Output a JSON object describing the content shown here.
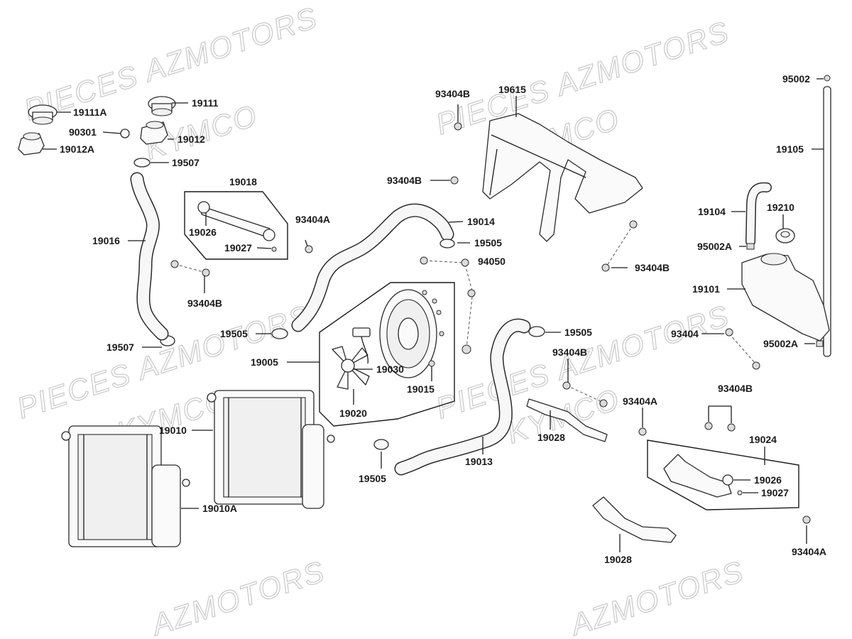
{
  "watermarks": {
    "w1": "PIECES AZMOTORS",
    "w2": "KYMCO",
    "w3": "PIECES AZMOTORS",
    "w4": "KYMCO",
    "w5": "PIECES AZMOTORS",
    "w6": "KYMCO",
    "w7": "PIECES AZMOTORS",
    "w8": "KYMCO",
    "w9": "AZMOTORS",
    "w10": "AZMOTORS"
  },
  "labels": {
    "p19111A": "19111A",
    "p90301": "90301",
    "p19012A": "19012A",
    "p19111": "19111",
    "p19012": "19012",
    "p19507a": "19507",
    "p19016": "19016",
    "p19507b": "19507",
    "p19018": "19018",
    "p19026a": "19026",
    "p19027a": "19027",
    "p93404A_a": "93404A",
    "p93404B_a": "93404B",
    "p93404B_b": "93404B",
    "p93404B_c": "93404B",
    "p19615": "19615",
    "p19014": "19014",
    "p19505a": "19505",
    "p94050": "94050",
    "p93404B_d": "93404B",
    "p19505b": "19505",
    "p19005": "19005",
    "p19030": "19030",
    "p19015": "19015",
    "p19020": "19020",
    "p19010": "19010",
    "p19010A": "19010A",
    "p19505c": "19505",
    "p93404B_e": "93404B",
    "p19028a": "19028",
    "p19013": "19013",
    "p19505d": "19505",
    "p93404A_b": "93404A",
    "p93404B_f": "93404B",
    "p19024": "19024",
    "p19026b": "19026",
    "p19027b": "19027",
    "p19028b": "19028",
    "p93404A_c": "93404A",
    "p95002a": "95002",
    "p19105": "19105",
    "p19104": "19104",
    "p19210": "19210",
    "p95002A_a": "95002A",
    "p19101": "19101",
    "p93404": "93404",
    "p95002A_b": "95002A"
  }
}
